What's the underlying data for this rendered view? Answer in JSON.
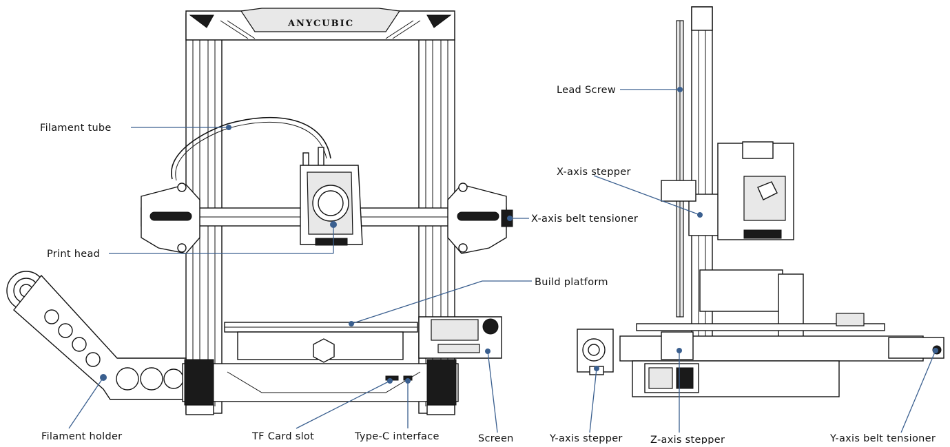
{
  "brand": "ANYCUBIC",
  "labels": {
    "filament_tube": "Filament tube",
    "print_head": "Print head",
    "filament_holder": "Filament holder",
    "tf_card_slot": "TF Card slot",
    "type_c_interface": "Type-C interface",
    "screen": "Screen",
    "x_axis_belt_tensioner": "X-axis belt tensioner",
    "build_platform": "Build platform",
    "lead_screw": "Lead Screw",
    "x_axis_stepper": "X-axis stepper",
    "y_axis_stepper": "Y-axis stepper",
    "z_axis_stepper": "Z-axis stepper",
    "y_axis_belt_tensioner": "Y-axis belt tensioner"
  },
  "colors": {
    "leader": "#3a5f8f",
    "ink": "#111111"
  }
}
